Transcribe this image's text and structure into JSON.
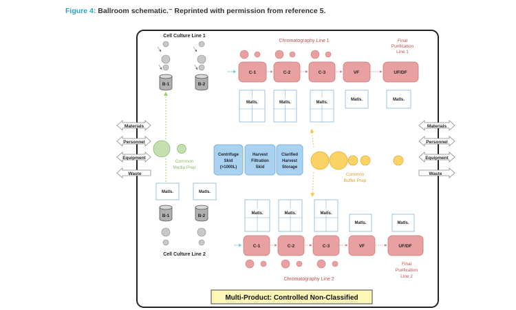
{
  "caption": {
    "figure_label": "Figure 4:",
    "text": "Ballroom schematic.⁻ Reprinted with permission from reference 5."
  },
  "colors": {
    "red_box": "#e8a0a0",
    "red_text": "#c0504d",
    "blue_box": "#a9d2f0",
    "green_circle": "#c4e0b2",
    "yellow_circle": "#fbd266",
    "grey_circle": "#c8c8c8",
    "banner_bg": "#fdf6b6"
  },
  "cell_culture_line_1": "Cell Culture Line 1",
  "cell_culture_line_2": "Cell Culture Line 2",
  "bioreactors": [
    "B-1",
    "B-2"
  ],
  "chromatography_line_1": "Chromatography Line 1",
  "chromatography_line_2": "Chromatography Line 2",
  "final_purification_line_1": [
    "Final",
    "Purification",
    "Line 1"
  ],
  "final_purification_line_2": [
    "Final",
    "Purification",
    "Line 2"
  ],
  "steps": [
    "C-1",
    "C-2",
    "C-3",
    "VF",
    "UF/DF"
  ],
  "matls_label": "Matls.",
  "flows": [
    "Materials",
    "Personnel",
    "Equipment",
    "Waste"
  ],
  "common_media_prep": [
    "Common",
    "Media Prep"
  ],
  "common_buffer_prep": [
    "Common",
    "Buffer Prep"
  ],
  "center_skids": [
    [
      "Centrifuge",
      "Skid",
      "(>1000L)"
    ],
    [
      "Harvest",
      "Filtration",
      "Skid"
    ],
    [
      "Clarified",
      "Harvest",
      "Storage"
    ]
  ],
  "banner": "Multi-Product: Controlled Non-Classified"
}
